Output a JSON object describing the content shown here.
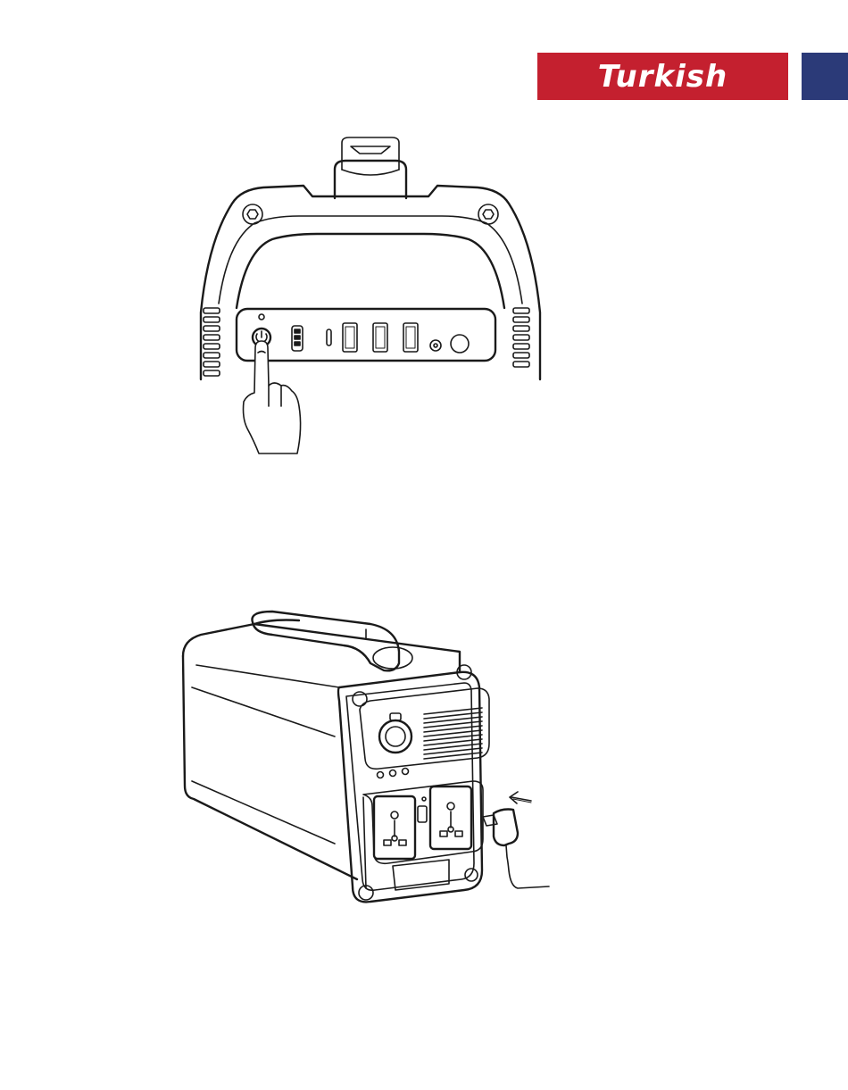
{
  "header": {
    "language_label": "Turkish",
    "accent_color": "#c4202f",
    "side_tab_color": "#2b3a78"
  },
  "figures": {
    "top": {
      "icon": "power-button-press-illustration"
    },
    "bottom": {
      "icon": "charging-adapter-illustration"
    }
  }
}
